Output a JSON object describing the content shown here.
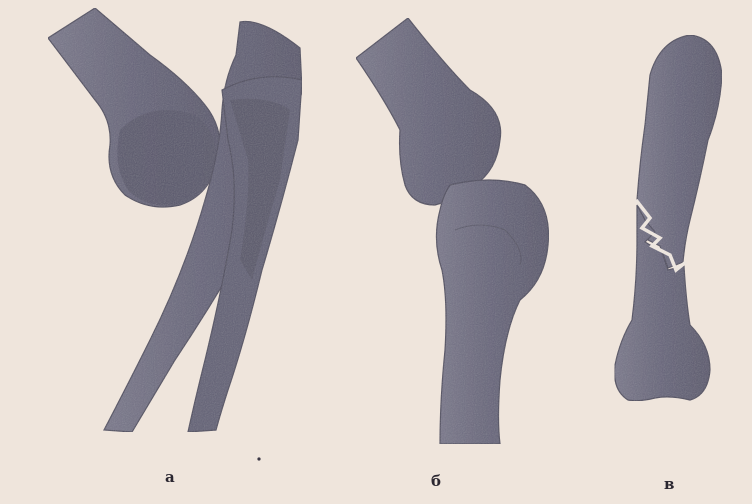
{
  "labels": {
    "a": "а",
    "b": "б",
    "v": "в"
  },
  "colors": {
    "paper": "#efe5dc",
    "bone_fill": "#6d6b7d",
    "bone_dark": "#4e4b5e",
    "bone_light": "#8a889a"
  },
  "panels": [
    {
      "id": "a",
      "content": "dislocated-joint-icon"
    },
    {
      "id": "b",
      "content": "joint-icon"
    },
    {
      "id": "v",
      "content": "fractured-bone-icon"
    }
  ]
}
